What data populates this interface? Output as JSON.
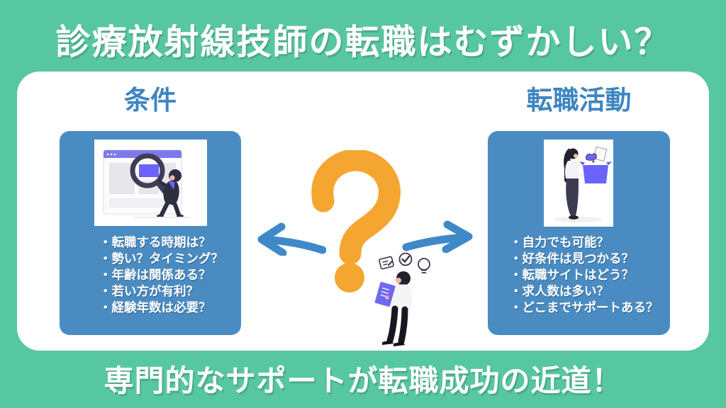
{
  "header": {
    "title": "診療放射線技師の転職はむずかしい？"
  },
  "left_section": {
    "heading": "条件",
    "items": [
      "・転職する時期は？",
      "・勢い？タイミング？",
      "・年齢は関係ある？",
      "・若い方が有利？",
      "・経験年数は必要？"
    ]
  },
  "right_section": {
    "heading": "転職活動",
    "items": [
      "・自力でも可能？",
      "・好条件は見つかる？",
      "・転職サイトはどう？",
      "・求人数は多い？",
      "・どこまでサポートある？"
    ]
  },
  "footer": {
    "text": "専門的なサポートが転職成功の近道！"
  },
  "icons": {
    "question_mark": "？",
    "arrow_left": "←",
    "arrow_right": "→",
    "note": "✎",
    "check": "✓",
    "lightbulb": "💡",
    "magnifier": "🔍"
  },
  "colors": {
    "background_green": "#57C7A1",
    "card_white": "#FFFFFF",
    "panel_blue": "#4A8CC2",
    "heading_blue": "#3E85C1",
    "accent_orange": "#F4A631",
    "arrow_blue": "#4089C8",
    "illustration_purple": "#6C63FF",
    "figure_dark": "#2F2E41",
    "text_white": "#FFFFFF"
  }
}
